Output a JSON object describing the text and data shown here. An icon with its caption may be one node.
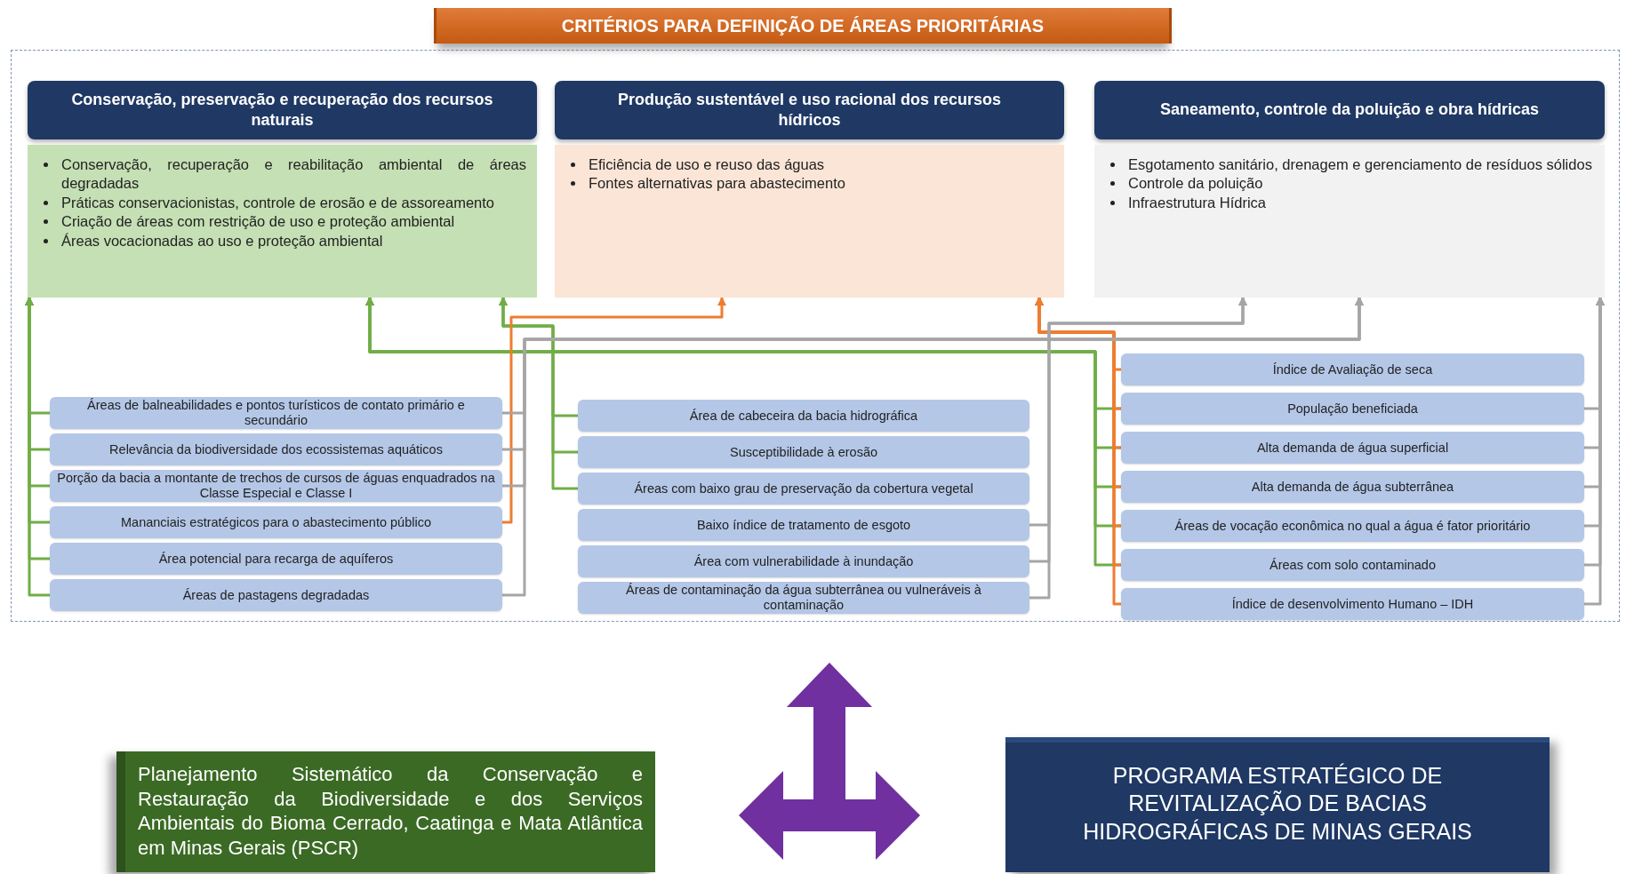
{
  "diagram": {
    "title": "CRITÉRIOS PARA DEFINIÇÃO DE ÁREAS PRIORITÁRIAS",
    "nodes": [
      {
        "text": [
          "Conservação, preservação e recuperação dos recursos naturais",
          "Conservação, recuperação e reabilitação ambiental de áreas degradadas",
          "Práticas conservacionistas, controle de erosão e de assoreamento",
          "Criação de áreas com restrição de uso e proteção ambiental",
          "Áreas vocacionadas ao uso e proteção ambiental"
        ]
      },
      {
        "text": [
          "Produção sustentável e uso racional dos recursos hídricos",
          "Eficiência de uso e reuso das águas",
          "Fontes alternativas para abastecimento"
        ]
      },
      {
        "text": [
          "Saneamento, controle da poluição e obra hídricas",
          "Esgotamento sanitário, drenagem e gerenciamento de resíduos sólidos",
          "Controle da poluição",
          "Infraestrutura Hídrica"
        ]
      },
      {
        "text": [
          "Áreas de balneabilidades e pontos turísticos de contato primário e secundário"
        ]
      },
      {
        "text": [
          "Relevância da biodiversidade dos ecossistemas aquáticos"
        ]
      },
      {
        "text": [
          "Porção da bacia a montante de trechos de cursos de águas enquadrados na Classe Especial e Classe I"
        ]
      },
      {
        "text": [
          "Mananciais estratégicos para o abastecimento público"
        ]
      },
      {
        "text": [
          "Área potencial para recarga de aquíferos"
        ]
      },
      {
        "text": [
          "Áreas de pastagens degradadas"
        ]
      },
      {
        "text": [
          "Área de cabeceira da bacia hidrográfica"
        ]
      },
      {
        "text": [
          "Susceptibilidade à erosão"
        ]
      },
      {
        "text": [
          "Áreas com baixo grau de preservação da cobertura vegetal"
        ]
      },
      {
        "text": [
          "Baixo índice de tratamento de esgoto"
        ]
      },
      {
        "text": [
          "Área com vulnerabilidade à inundação"
        ]
      },
      {
        "text": [
          "Áreas de contaminação da água subterrânea ou vulneráveis à contaminação"
        ]
      },
      {
        "text": [
          "Índice de Avaliação de seca"
        ]
      },
      {
        "text": [
          "População beneficiada"
        ]
      },
      {
        "text": [
          "Alta demanda de água superficial"
        ]
      },
      {
        "text": [
          "Alta demanda de água subterrânea"
        ]
      },
      {
        "text": [
          "Áreas de vocação econômica no qual a água é fator prioritário"
        ]
      },
      {
        "text": [
          "Áreas com solo contaminado"
        ]
      },
      {
        "text": [
          "Índice de desenvolvimento Humano – IDH"
        ]
      },
      {
        "text": [
          "Planejamento Sistemático da Conservação e Restauração da Biodiversidade e dos Serviços Ambientais do Bioma Cerrado, Caatinga e Mata Atlântica em Minas Gerais (PSCR)"
        ]
      },
      {
        "text": [
          "PROGRAMA ESTRATÉGICO DE REVITALIZAÇÃO DE BACIAS HIDROGRÁFICAS DE MINAS GERAIS"
        ]
      }
    ],
    "edges": [
      {
        "from": 3,
        "to": 0,
        "arrow": "to",
        "color": "#70ad47"
      },
      {
        "from": 4,
        "to": 0,
        "arrow": "to",
        "color": "#70ad47"
      },
      {
        "from": 5,
        "to": 0,
        "arrow": "to",
        "color": "#70ad47"
      },
      {
        "from": 6,
        "to": 0,
        "arrow": "to",
        "color": "#70ad47"
      },
      {
        "from": 7,
        "to": 0,
        "arrow": "to",
        "color": "#70ad47"
      },
      {
        "from": 8,
        "to": 0,
        "arrow": "to",
        "color": "#70ad47"
      },
      {
        "from": 9,
        "to": 0,
        "arrow": "to",
        "color": "#70ad47"
      },
      {
        "from": 10,
        "to": 0,
        "arrow": "to",
        "color": "#70ad47"
      },
      {
        "from": 11,
        "to": 0,
        "arrow": "to",
        "color": "#70ad47"
      },
      {
        "from": 16,
        "to": 0,
        "arrow": "to",
        "color": "#70ad47"
      },
      {
        "from": 17,
        "to": 0,
        "arrow": "to",
        "color": "#70ad47"
      },
      {
        "from": 18,
        "to": 0,
        "arrow": "to",
        "color": "#70ad47"
      },
      {
        "from": 19,
        "to": 0,
        "arrow": "to",
        "color": "#70ad47"
      },
      {
        "from": 20,
        "to": 0,
        "arrow": "to",
        "color": "#70ad47"
      },
      {
        "from": 6,
        "to": 1,
        "arrow": "to",
        "color": "#ed7d31"
      },
      {
        "from": 15,
        "to": 1,
        "arrow": "to",
        "color": "#ed7d31"
      },
      {
        "from": 16,
        "to": 1,
        "arrow": "to",
        "color": "#ed7d31"
      },
      {
        "from": 17,
        "to": 1,
        "arrow": "to",
        "color": "#ed7d31"
      },
      {
        "from": 18,
        "to": 1,
        "arrow": "to",
        "color": "#ed7d31"
      },
      {
        "from": 19,
        "to": 1,
        "arrow": "to",
        "color": "#ed7d31"
      },
      {
        "from": 20,
        "to": 1,
        "arrow": "to",
        "color": "#ed7d31"
      },
      {
        "from": 21,
        "to": 1,
        "arrow": "to",
        "color": "#ed7d31"
      },
      {
        "from": 3,
        "to": 2,
        "arrow": "to",
        "color": "#a5a5a5"
      },
      {
        "from": 4,
        "to": 2,
        "arrow": "to",
        "color": "#a5a5a5"
      },
      {
        "from": 5,
        "to": 2,
        "arrow": "to",
        "color": "#a5a5a5"
      },
      {
        "from": 8,
        "to": 2,
        "arrow": "to",
        "color": "#a5a5a5"
      },
      {
        "from": 12,
        "to": 2,
        "arrow": "to",
        "color": "#a5a5a5"
      },
      {
        "from": 13,
        "to": 2,
        "arrow": "to",
        "color": "#a5a5a5"
      },
      {
        "from": 14,
        "to": 2,
        "arrow": "to",
        "color": "#a5a5a5"
      },
      {
        "from": 16,
        "to": 2,
        "arrow": "to",
        "color": "#a5a5a5"
      },
      {
        "from": 17,
        "to": 2,
        "arrow": "to",
        "color": "#a5a5a5"
      },
      {
        "from": 18,
        "to": 2,
        "arrow": "to",
        "color": "#a5a5a5"
      },
      {
        "from": 19,
        "to": 2,
        "arrow": "to",
        "color": "#a5a5a5"
      },
      {
        "from": 20,
        "to": 2,
        "arrow": "to",
        "color": "#a5a5a5"
      },
      {
        "from": 21,
        "to": 2,
        "arrow": "to",
        "color": "#a5a5a5"
      }
    ]
  }
}
